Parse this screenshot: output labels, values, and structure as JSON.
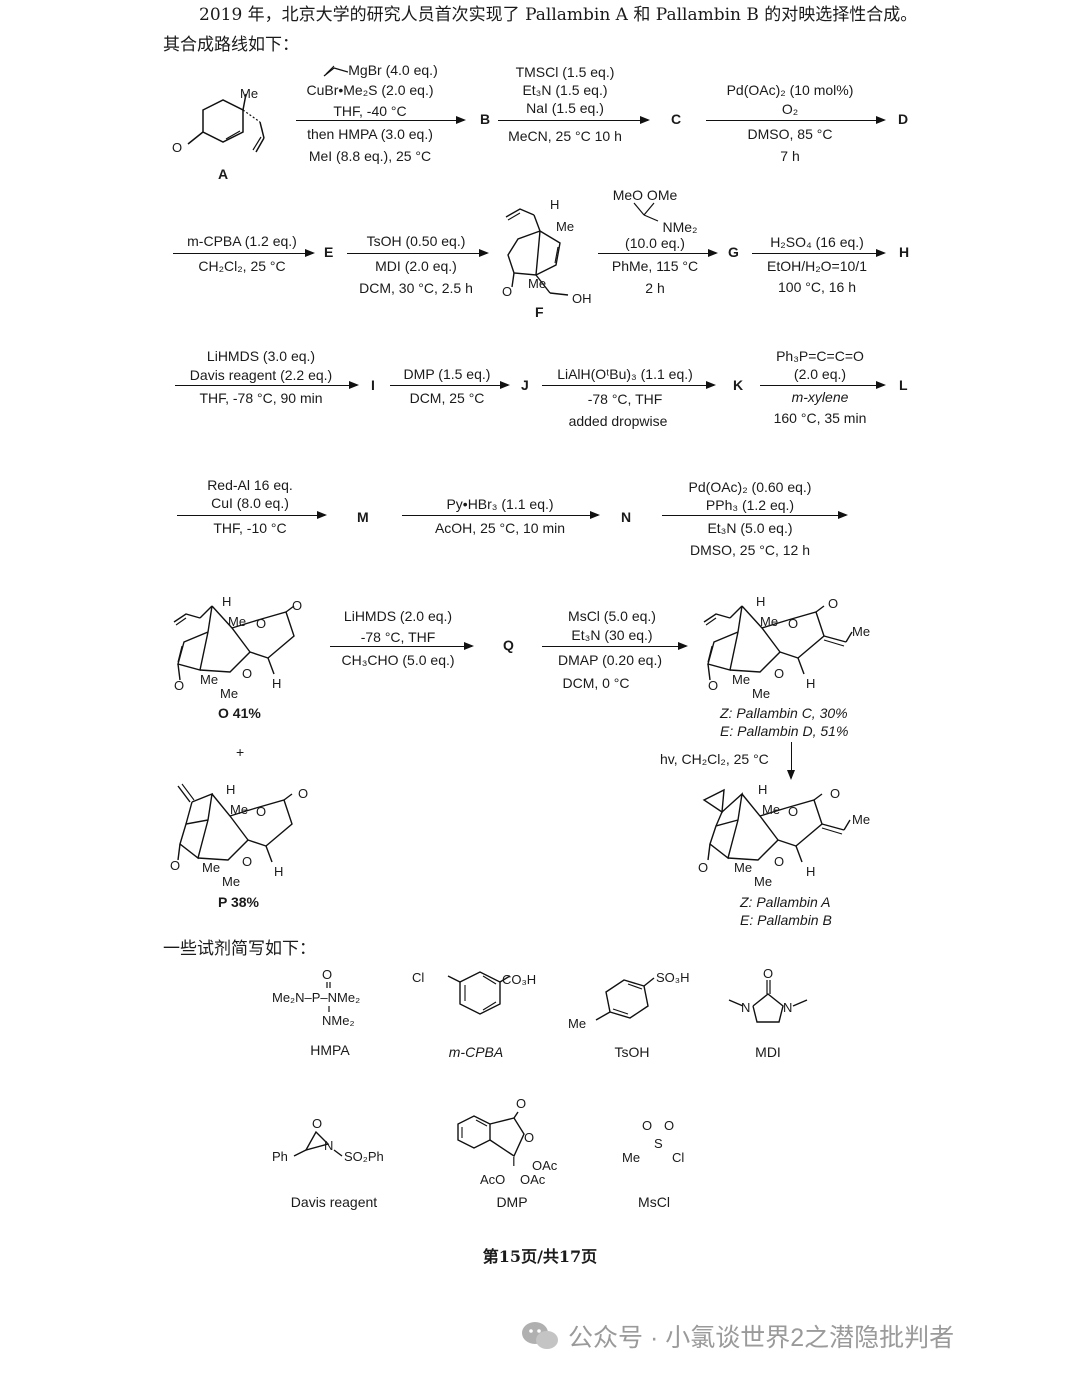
{
  "intro_text": "2019 年，北京大学的研究人员首次实现了 Pallambin A 和 Pallambin B 的对映选择性合成。其合成路线如下：",
  "compounds": {
    "A": "A",
    "B": "B",
    "C": "C",
    "D": "D",
    "E": "E",
    "F": "F",
    "G": "G",
    "H": "H",
    "I": "I",
    "J": "J",
    "K": "K",
    "L": "L",
    "M": "M",
    "N": "N",
    "Q": "Q"
  },
  "steps": {
    "s1": [
      "MgBr  (4.0 eq.)",
      "CuBr•Me₂S (2.0 eq.)",
      "THF, -40 °C",
      "then HMPA (3.0 eq.)",
      "MeI (8.8 eq.), 25 °C"
    ],
    "s2": [
      "TMSCl (1.5 eq.)",
      "Et₃N (1.5 eq.)",
      "NaI (1.5 eq.)",
      "MeCN, 25 °C 10 h"
    ],
    "s3": [
      "Pd(OAc)₂ (10 mol%)",
      "O₂",
      "DMSO, 85 °C",
      "7 h"
    ],
    "s4": [
      "m-CPBA (1.2 eq.)",
      "CH₂Cl₂, 25 °C"
    ],
    "s5": [
      "TsOH (0.50 eq.)",
      "MDI (2.0 eq.)",
      "DCM, 30 °C, 2.5 h"
    ],
    "s6": [
      "MeO  OMe",
      "NMe₂",
      "(10.0 eq.)",
      "PhMe, 115 °C",
      "2 h"
    ],
    "s7": [
      "H₂SO₄ (16 eq.)",
      "EtOH/H₂O=10/1",
      "100 °C, 16 h"
    ],
    "s8": [
      "LiHMDS (3.0 eq.)",
      "Davis reagent (2.2 eq.)",
      "THF, -78 °C, 90 min"
    ],
    "s9": [
      "DMP (1.5 eq.)",
      "DCM, 25 °C"
    ],
    "s10": [
      "LiAlH(OᵗBu)₃ (1.1 eq.)",
      "-78 °C, THF",
      "added dropwise"
    ],
    "s11": [
      "Ph₃P=C=C=O",
      "(2.0 eq.)",
      "m-xylene",
      "160 °C, 35 min"
    ],
    "s12": [
      "Red-Al 16 eq.",
      "CuI (8.0 eq.)",
      "THF, -10 °C"
    ],
    "s13": [
      "Py•HBr₃ (1.1 eq.)",
      "AcOH, 25 °C, 10 min"
    ],
    "s14": [
      "Pd(OAc)₂ (0.60 eq.)",
      "PPh₃ (1.2 eq.)",
      "Et₃N (5.0 eq.)",
      "DMSO, 25 °C, 12 h"
    ],
    "s15": [
      "LiHMDS (2.0 eq.)",
      "-78 °C, THF",
      "CH₃CHO (5.0 eq.)"
    ],
    "s16": [
      "MsCl (5.0 eq.)",
      "Et₃N (30 eq.)",
      "DMAP (0.20 eq.)",
      "DCM, 0 °C"
    ],
    "s17": "hv, CH₂Cl₂, 25 °C"
  },
  "structure_text": {
    "me": "Me",
    "h": "H",
    "o": "O",
    "oh": "OH",
    "plus": "+",
    "O_label": "O 41%",
    "P_label": "P 38%"
  },
  "products": {
    "CD": [
      "Z: Pallambin C, 30%",
      "E: Pallambin D, 51%"
    ],
    "AB": [
      "Z: Pallambin A",
      "E: Pallambin B"
    ]
  },
  "abbr_title": "一些试剂简写如下：",
  "reagents": [
    {
      "name": "HMPA",
      "labels": [
        "O",
        "Me₂N–P–NMe₂",
        "NMe₂"
      ]
    },
    {
      "name": "m-CPBA",
      "labels": [
        "Cl",
        "CO₃H"
      ]
    },
    {
      "name": "TsOH",
      "labels": [
        "SO₃H",
        "Me"
      ]
    },
    {
      "name": "MDI",
      "labels": [
        "O",
        "N",
        "N"
      ]
    },
    {
      "name": "Davis reagent",
      "labels": [
        "Ph",
        "O",
        "N",
        "SO₂Ph"
      ]
    },
    {
      "name": "DMP",
      "labels": [
        "O",
        "O",
        "I",
        "OAc",
        "AcO",
        "OAc"
      ]
    },
    {
      "name": "MsCl",
      "labels": [
        "O",
        "O",
        "S",
        "Me",
        "Cl"
      ]
    }
  ],
  "footer": "第15页/共17页",
  "watermark": "公众号 · 小氯谈世界2之潜隐批判者"
}
